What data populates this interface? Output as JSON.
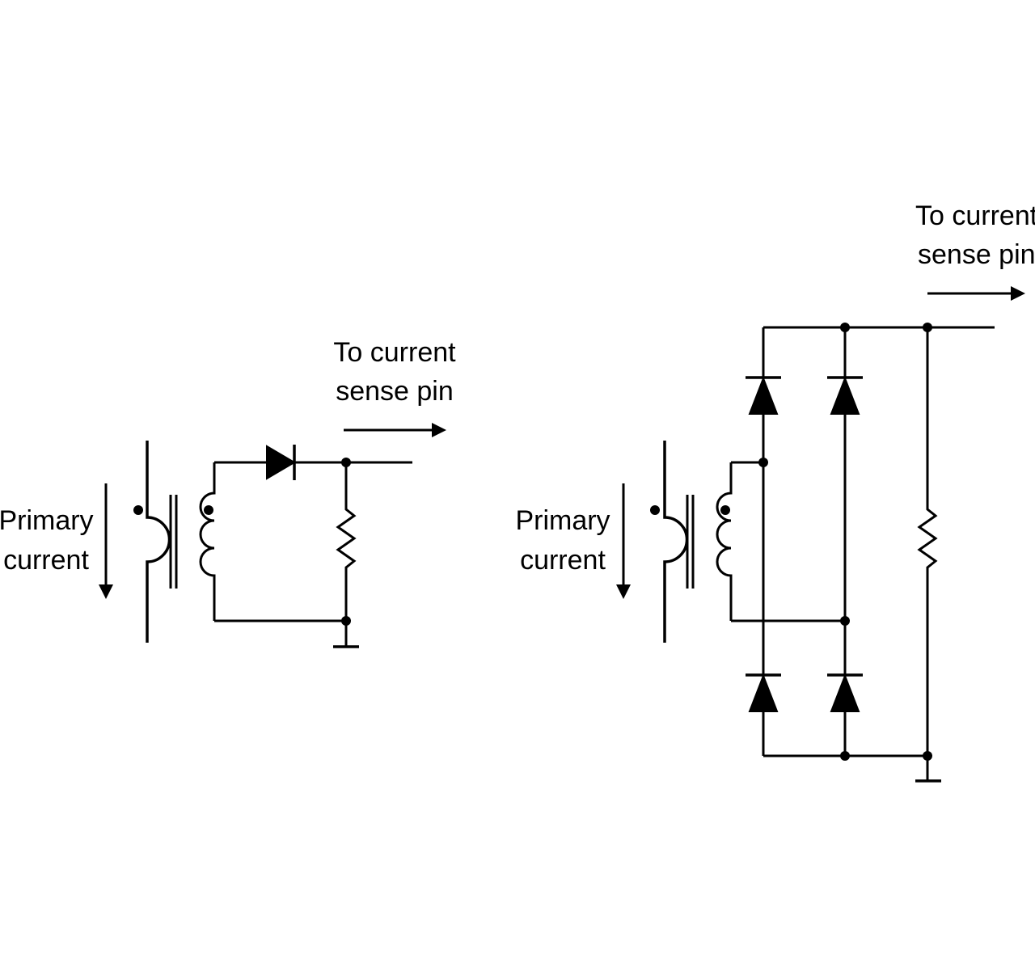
{
  "left_circuit": {
    "primary_label_line1": "Primary",
    "primary_label_line2": "current",
    "output_label_line1": "To current",
    "output_label_line2": "sense pin"
  },
  "right_circuit": {
    "primary_label_line1": "Primary",
    "primary_label_line2": "current",
    "output_label_line1": "To current",
    "output_label_line2": "sense pin"
  }
}
